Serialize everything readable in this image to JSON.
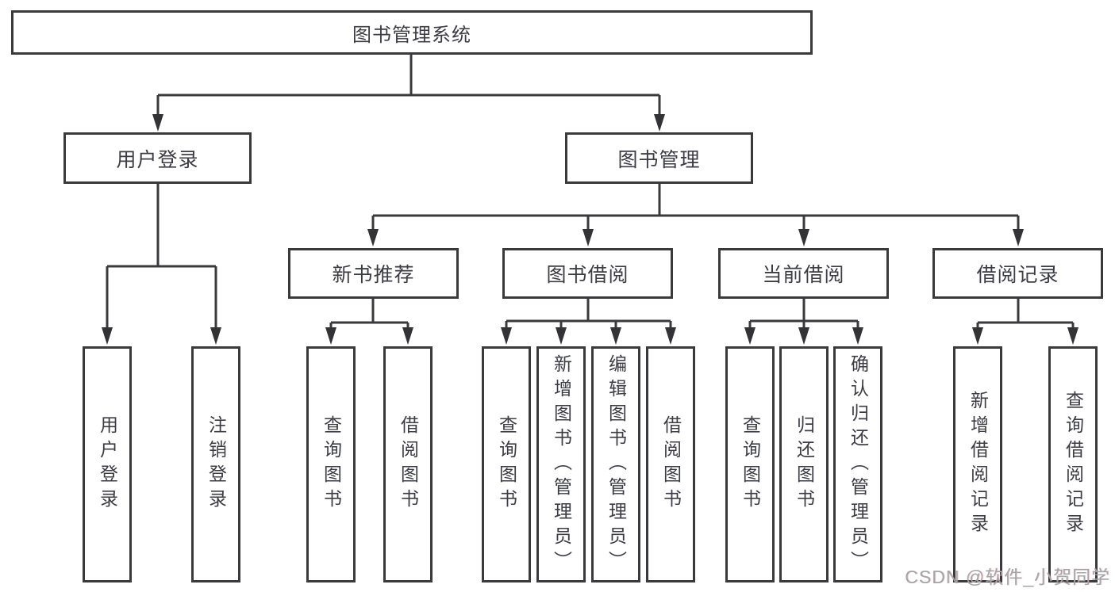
{
  "diagram": {
    "root": {
      "label": "图书管理系统"
    },
    "branches": [
      {
        "label": "用户登录",
        "children": [
          {
            "label": "用户登录"
          },
          {
            "label": "注销登录"
          }
        ]
      },
      {
        "label": "图书管理",
        "children": [
          {
            "label": "新书推荐",
            "children": [
              {
                "label": "查询图书"
              },
              {
                "label": "借阅图书"
              }
            ]
          },
          {
            "label": "图书借阅",
            "children": [
              {
                "label": "查询图书"
              },
              {
                "label": "新增图书（管理员）"
              },
              {
                "label": "编辑图书（管理员）"
              },
              {
                "label": "借阅图书"
              }
            ]
          },
          {
            "label": "当前借阅",
            "children": [
              {
                "label": "查询图书"
              },
              {
                "label": "归还图书"
              },
              {
                "label": "确认归还（管理员）"
              }
            ]
          },
          {
            "label": "借阅记录",
            "children": [
              {
                "label": "新增借阅记录"
              },
              {
                "label": "查询借阅记录"
              }
            ]
          }
        ]
      }
    ],
    "watermark": "CSDN @软件_小贺同学",
    "colors": {
      "line": "#3a3a3c",
      "text": "#3c3c44",
      "box_background": "#ffffff",
      "watermark_text": "#a6a4a8"
    }
  }
}
